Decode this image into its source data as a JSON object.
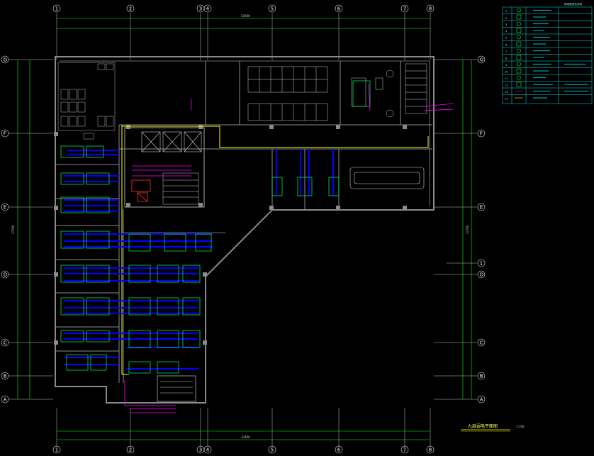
{
  "colors": {
    "background": "#000000",
    "wall": "#8a8a8a",
    "grid": "#c8c8c8",
    "dimension": "#00ff00",
    "cable": "#0000ff",
    "fixture": "#00ff66",
    "data_point": "#ff00ff",
    "trunk": "#ffff00",
    "legend": "#00e5e5"
  },
  "axes": {
    "top": [
      "1",
      "2",
      "3",
      "4",
      "5",
      "6",
      "7",
      "8"
    ],
    "side": [
      "G",
      "F",
      "E",
      "D",
      "C",
      "B",
      "A"
    ],
    "side_extra": "1"
  },
  "dimensions": {
    "top_total": "33400",
    "left_total": "37700",
    "right_total": "37700",
    "bottom_total": "33400"
  },
  "legend": {
    "title": "弱电图例及说明",
    "rows": [
      "1",
      "2",
      "3",
      "4",
      "5",
      "6",
      "7",
      "8",
      "9",
      "10",
      "11",
      "12",
      "13",
      "14"
    ]
  },
  "drawing_title": {
    "text": "九层弱电平面图",
    "scale": "1:100"
  }
}
